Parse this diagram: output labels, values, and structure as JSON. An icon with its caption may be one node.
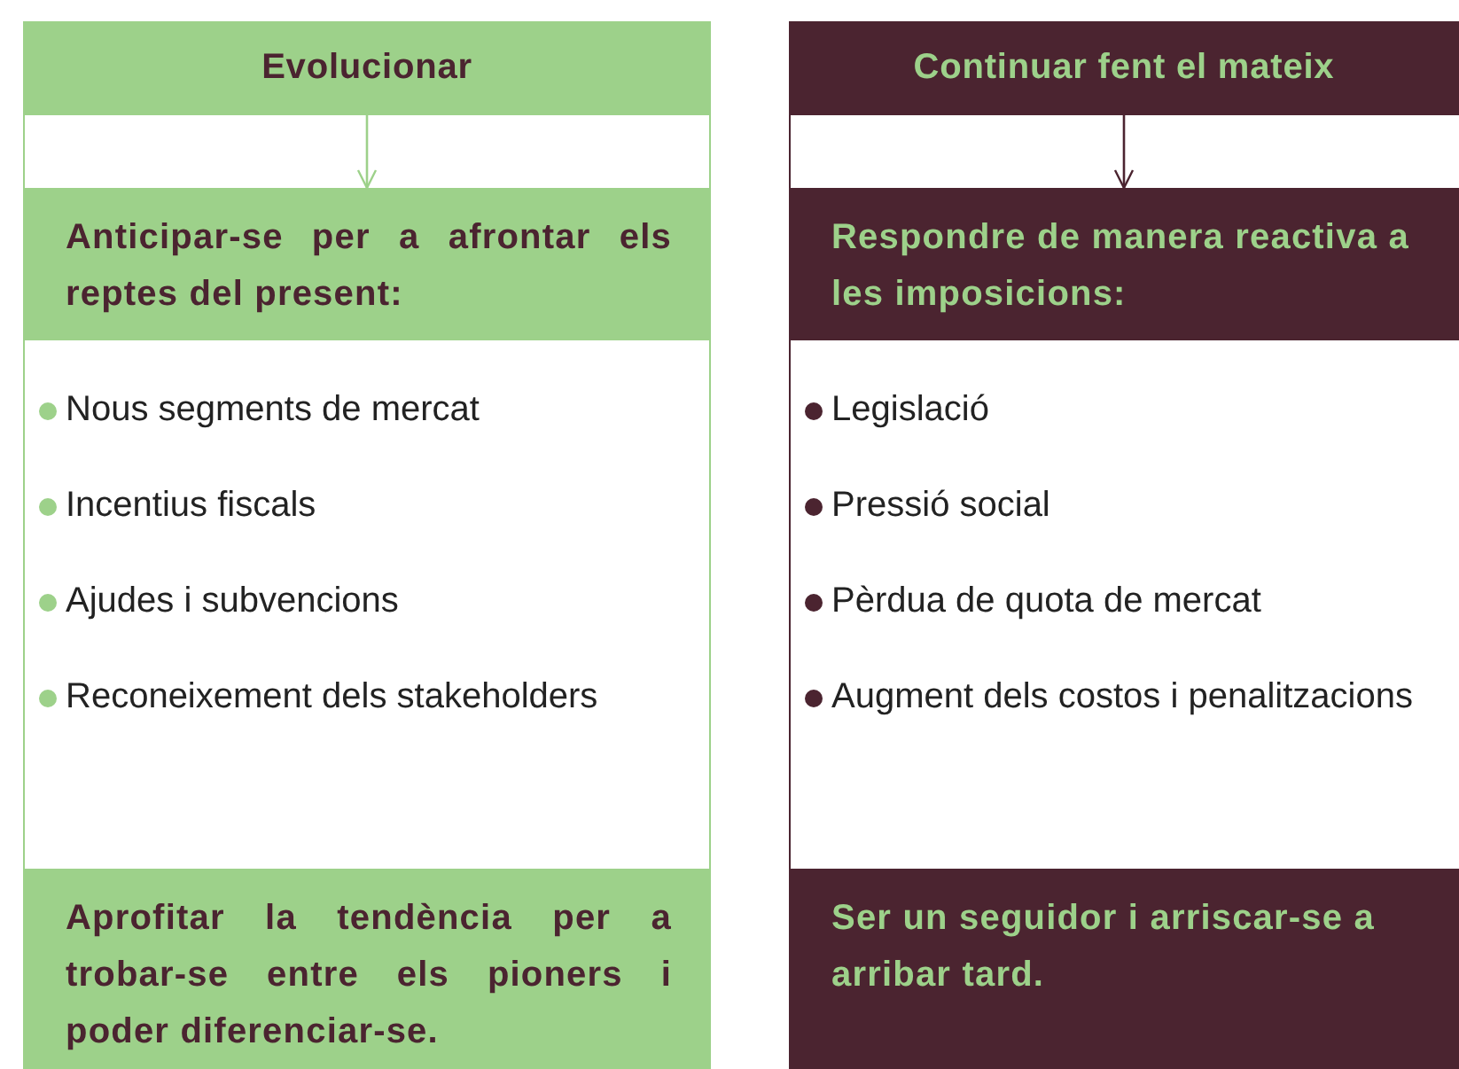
{
  "diagram": {
    "nodes": [
      {
        "text": [
          "Evolucionar"
        ]
      },
      {
        "text": [
          "Anticipar-se per a afrontar els reptes del present:"
        ]
      },
      {
        "text": [
          "Nous segments de mercat",
          "Incentius fiscals",
          "Ajudes i subvencions",
          "Reconeixement dels stakeholders"
        ]
      },
      {
        "text": [
          "Aprofitar la tendència per a trobar-se entre els pioners i poder diferenciar-se."
        ]
      },
      {
        "text": [
          "Continuar fent el mateix"
        ]
      },
      {
        "text": [
          "Respondre de manera reactiva a les imposicions:"
        ]
      },
      {
        "text": [
          "Legislació",
          "Pressió social",
          "Pèrdua de quota de mercat",
          "Augment dels costos i penalitzacions"
        ]
      },
      {
        "text": [
          "Ser un seguidor i arriscar-se a arribar tard."
        ]
      }
    ],
    "edges": [
      {
        "from": 0,
        "to": 1,
        "arrow": "to",
        "color": "#9dd18a"
      },
      {
        "from": 4,
        "to": 5,
        "arrow": "to",
        "color": "#4b2430"
      }
    ]
  }
}
